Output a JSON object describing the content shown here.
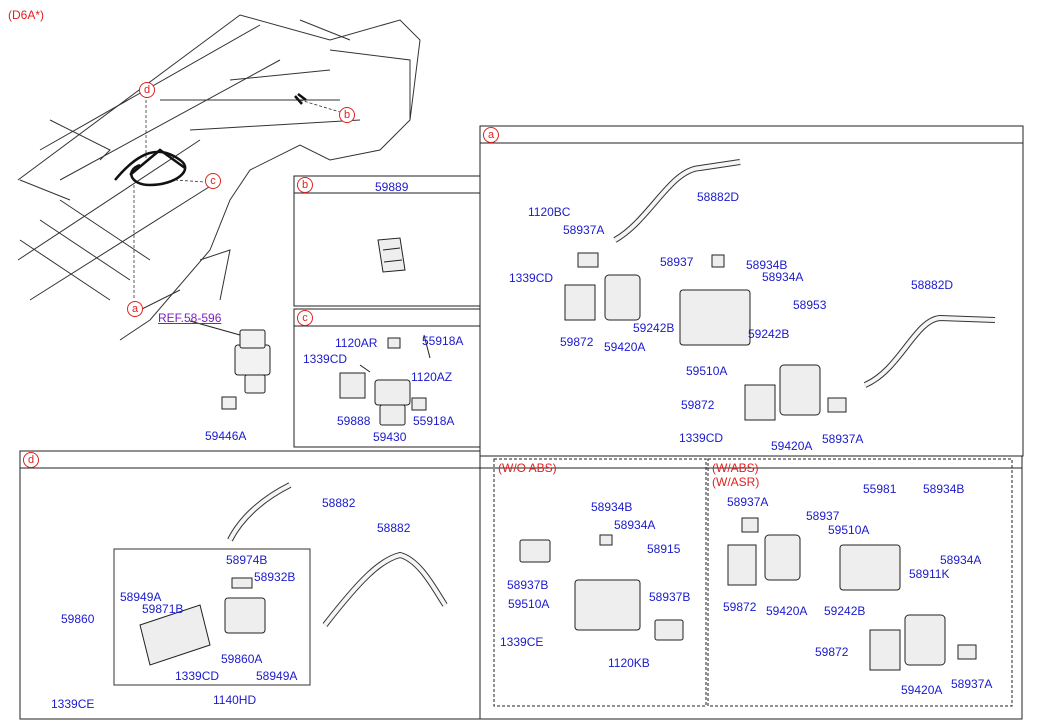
{
  "header": {
    "model_tag": "(D6A*)"
  },
  "callouts": [
    "a",
    "b",
    "c",
    "d"
  ],
  "ref_link": "REF.58-596",
  "overview": {
    "part": "59446A"
  },
  "section_b": {
    "tag": "b",
    "header_part": "59889"
  },
  "section_c": {
    "tag": "c",
    "parts": [
      "1120AR",
      "55918A",
      "1339CD",
      "1120AZ",
      "59888",
      "55918A",
      "59430"
    ]
  },
  "section_d": {
    "tag": "d",
    "parts": [
      "58882",
      "58882",
      "58974B",
      "58932B",
      "58949A",
      "59871B",
      "59860",
      "59860A",
      "1339CD",
      "58949A",
      "1339CE",
      "1140HD"
    ]
  },
  "section_a": {
    "tag": "a",
    "parts": [
      "58882D",
      "1120BC",
      "58937A",
      "58937",
      "58934B",
      "58934A",
      "1339CD",
      "58953",
      "58882D",
      "59242B",
      "59242B",
      "59872",
      "59420A",
      "59510A",
      "59872",
      "1339CD",
      "59420A",
      "58937A"
    ]
  },
  "wo_abs": {
    "title": "(W/O ABS)",
    "parts": [
      "58934B",
      "58934A",
      "58915",
      "58937B",
      "59510A",
      "58937B",
      "1339CE",
      "1120KB"
    ]
  },
  "w_abs": {
    "title_1": "(W/ABS)",
    "title_2": "(W/ASR)",
    "parts": [
      "58937A",
      "55981",
      "58934B",
      "58937",
      "59510A",
      "58934A",
      "58911K",
      "59872",
      "59420A",
      "59242B",
      "59872",
      "59420A",
      "58937A"
    ]
  }
}
